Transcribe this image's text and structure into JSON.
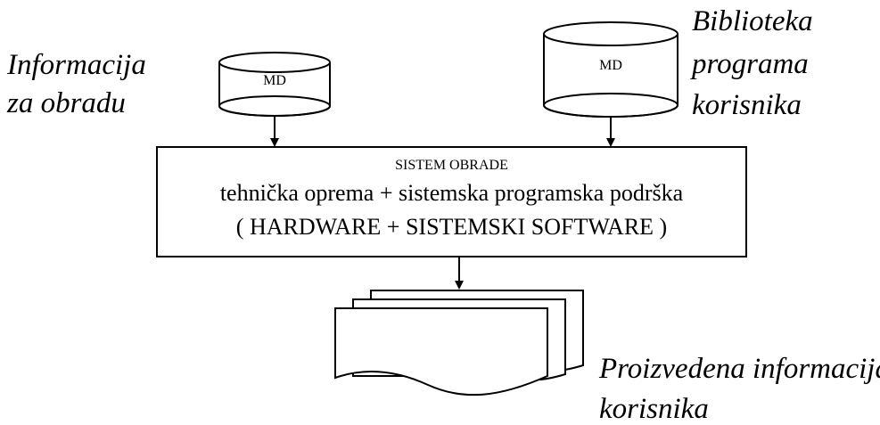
{
  "labels": {
    "input_left": [
      "Informacija",
      "za obradu"
    ],
    "input_right": [
      "Biblioteka",
      "programa",
      "korisnika"
    ],
    "output": [
      "Proizvedena informacija",
      "korisnika"
    ]
  },
  "cylinders": {
    "left": "MD",
    "right": "MD"
  },
  "system_box": {
    "title": "SISTEM OBRADE",
    "line1": "tehnička oprema + sistemska programska podrška",
    "line2": "( HARDWARE + SISTEMSKI SOFTWARE )"
  }
}
